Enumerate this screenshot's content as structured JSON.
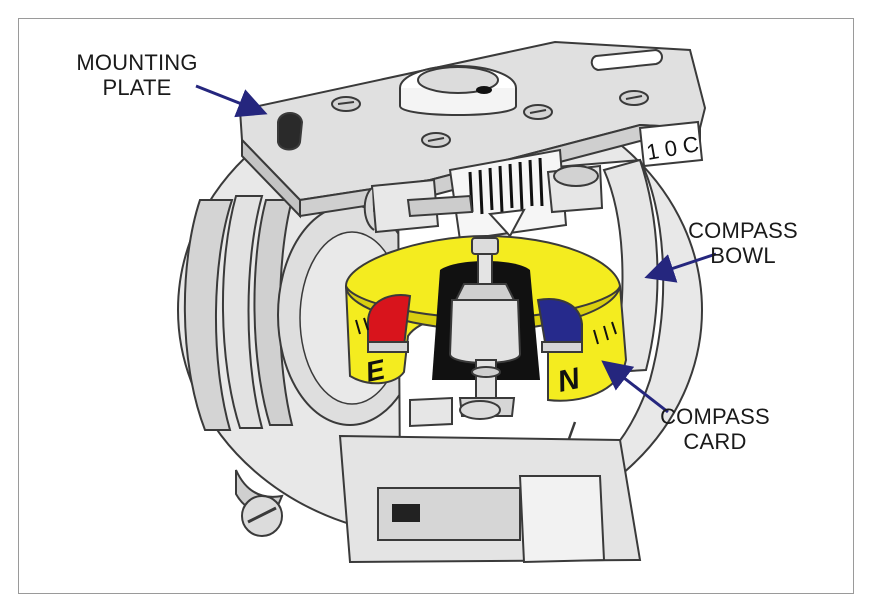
{
  "labels": {
    "mounting_plate": [
      "MOUNTING",
      "PLATE"
    ],
    "compass_bowl": [
      "COMPASS",
      "BOWL"
    ],
    "compass_card": [
      "COMPASS",
      "CARD"
    ]
  },
  "card_letters": {
    "east": "E",
    "north": "N"
  },
  "scale_reading": "1 0 C",
  "colors": {
    "card": "#f4ec1f",
    "magnet_north": "#d8141c",
    "magnet_south": "#262a8c",
    "arrow": "#25267e",
    "housing": "#e6e6e6",
    "housing_dark": "#c9c9c9",
    "outline": "#3a3a3a"
  }
}
